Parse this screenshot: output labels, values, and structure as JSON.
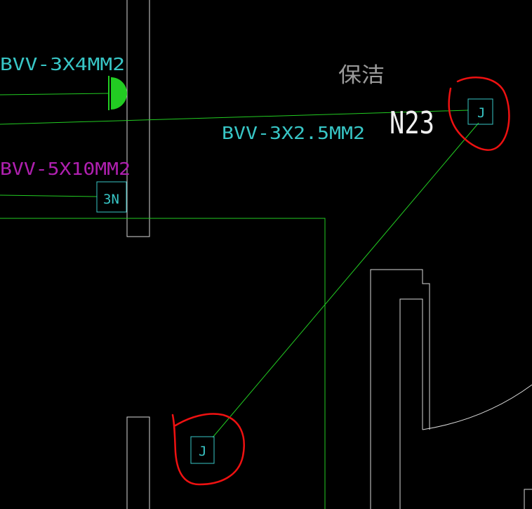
{
  "drawing": {
    "labels": {
      "cable_top": "BVV-3X4MM2",
      "cable_mid": "BVV-3X2.5MM2",
      "cable_lower": "BVV-5X10MM2",
      "room_name": "保洁",
      "circuit_tag": "N23",
      "box_3n": "3N",
      "box_j_top": "J",
      "box_j_bottom": "J"
    },
    "colors": {
      "background": "#000000",
      "wall": "#d8d8d8",
      "wire": "#22cc22",
      "fixture": "#22cc22",
      "text_cyan": "#38c6c6",
      "text_magenta": "#b020b0",
      "text_white": "#f0f0f0",
      "text_grey": "#9a9a9a",
      "highlight": "#ee1111"
    }
  }
}
